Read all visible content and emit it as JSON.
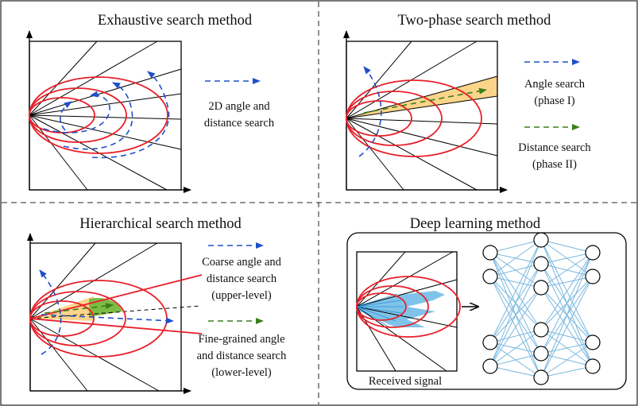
{
  "colors": {
    "ellipse": "#e8202a",
    "blue_arrow": "#1f4fc8",
    "green_arrow": "#3c7d1c",
    "orange_fill": "#fbd58a",
    "green_fill": "#7dbb45",
    "light_blue": "#7fc3ea",
    "nn_edge": "#7ab8e0"
  },
  "panels": {
    "exhaustive": {
      "title": "Exhaustive search method",
      "legend_line1": "2D angle and",
      "legend_line2": "distance search"
    },
    "two_phase": {
      "title": "Two-phase search method",
      "angle_line1": "Angle search",
      "angle_line2": "(phase I)",
      "distance_line1": "Distance search",
      "distance_line2": "(phase II)"
    },
    "hierarchical": {
      "title": "Hierarchical search method",
      "coarse_line1": "Coarse angle and",
      "coarse_line2": "distance search",
      "coarse_line3": "(upper-level)",
      "fine_line1": "Fine-grained angle",
      "fine_line2": "and distance search",
      "fine_line3": "(lower-level)"
    },
    "deep_learning": {
      "title": "Deep learning method",
      "received_signal": "Received signal"
    }
  }
}
